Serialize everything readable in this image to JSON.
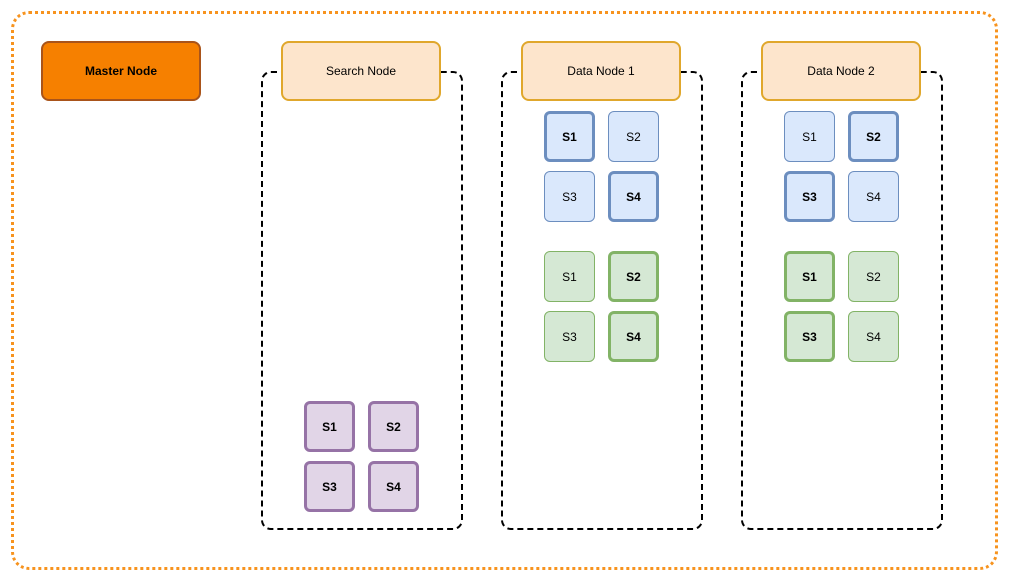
{
  "master": {
    "label": "Master Node"
  },
  "search_node": {
    "label": "Search Node",
    "shards": [
      {
        "label": "S1",
        "primary": true
      },
      {
        "label": "S2",
        "primary": true
      },
      {
        "label": "S3",
        "primary": true
      },
      {
        "label": "S4",
        "primary": true
      }
    ]
  },
  "data_node_1": {
    "label": "Data Node 1",
    "blue_shards": [
      {
        "label": "S1",
        "primary": true
      },
      {
        "label": "S2",
        "primary": false
      },
      {
        "label": "S3",
        "primary": false
      },
      {
        "label": "S4",
        "primary": true
      }
    ],
    "green_shards": [
      {
        "label": "S1",
        "primary": false
      },
      {
        "label": "S2",
        "primary": true
      },
      {
        "label": "S3",
        "primary": false
      },
      {
        "label": "S4",
        "primary": true
      }
    ]
  },
  "data_node_2": {
    "label": "Data Node 2",
    "blue_shards": [
      {
        "label": "S1",
        "primary": false
      },
      {
        "label": "S2",
        "primary": true
      },
      {
        "label": "S3",
        "primary": true
      },
      {
        "label": "S4",
        "primary": false
      }
    ],
    "green_shards": [
      {
        "label": "S1",
        "primary": true
      },
      {
        "label": "S2",
        "primary": false
      },
      {
        "label": "S3",
        "primary": true
      },
      {
        "label": "S4",
        "primary": false
      }
    ]
  },
  "colors": {
    "cluster_border": "#f7931e",
    "master_fill": "#f68000",
    "node_header_fill": "#fde5cc",
    "purple_fill": "#e1d5e7",
    "blue_fill": "#dae8fc",
    "green_fill": "#d5e8d4"
  }
}
